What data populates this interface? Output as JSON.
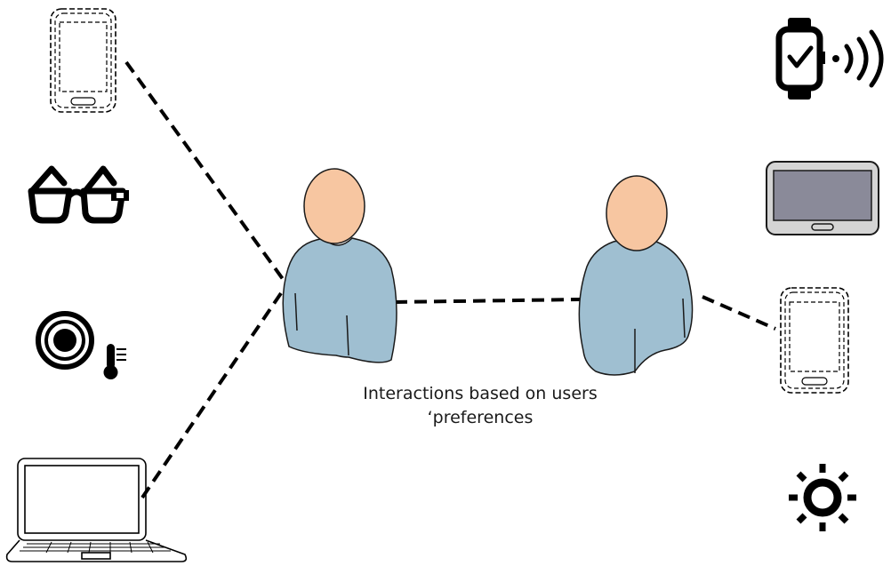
{
  "caption": {
    "line1": "Interactions based on users",
    "line2": "‘preferences"
  },
  "colors": {
    "skin": "#f7c6a1",
    "shirt": "#9fbfd1",
    "outline": "#1a1a1a",
    "screen": "#8a8a99",
    "device_body": "#d4d4d4"
  },
  "left_devices": [
    "smartphone-icon",
    "smart-glasses-icon",
    "smart-thermostat-icon",
    "laptop-icon"
  ],
  "right_devices": [
    "smartwatch-icon",
    "tablet-icon",
    "smartphone-icon",
    "brightness-icon"
  ],
  "users": [
    "user-left",
    "user-right"
  ]
}
